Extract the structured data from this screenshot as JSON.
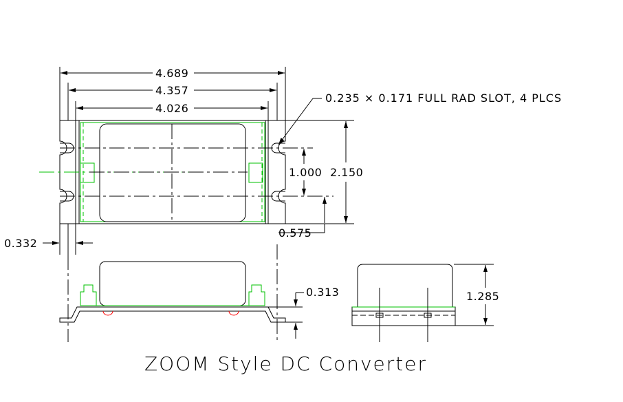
{
  "title": "ZOOM Style DC Converter",
  "dimensions": {
    "overall_width": "4.689",
    "slot_center_width": "4.357",
    "body_width": "4.026",
    "height_overall": "2.150",
    "slot_spacing": "1.000",
    "slot_offset": "0.575",
    "flange_width": "0.332",
    "flange_thickness": "0.313",
    "side_height": "1.285"
  },
  "notes": {
    "slot_callout": "0.235 × 0.171 FULL RAD SLOT, 4 PLCS"
  },
  "colors": {
    "outline": "#000000",
    "footprint": "#00c000",
    "pins": "#ff0000"
  }
}
